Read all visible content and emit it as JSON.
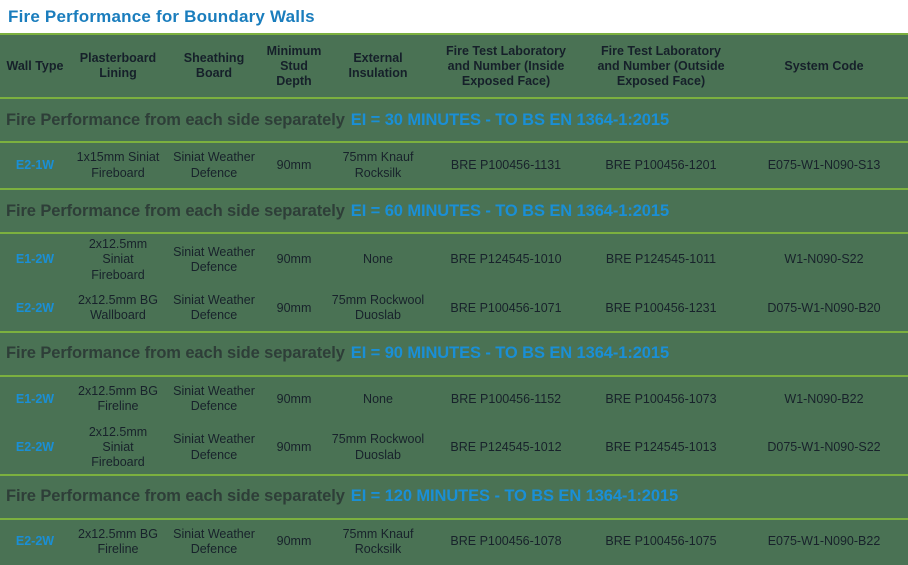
{
  "page": {
    "title": "Fire Performance for Boundary Walls",
    "accent_green": "#7cb03f",
    "background_green": "#4a7254",
    "accent_blue": "#1a8fd6",
    "title_blue": "#1a7dbd"
  },
  "table": {
    "columns": [
      "Wall Type",
      "Plasterboard Lining",
      "Sheathing Board",
      "Minimum Stud Depth",
      "External Insulation",
      "Fire Test Laboratory and Number (Inside Exposed Face)",
      "Fire Test Laboratory and Number (Outside Exposed Face)",
      "System Code"
    ],
    "columns_lines": [
      [
        "Wall Type"
      ],
      [
        "Plasterboard",
        "Lining"
      ],
      [
        "Sheathing",
        "Board"
      ],
      [
        "Minimum",
        "Stud",
        "Depth"
      ],
      [
        "External",
        "Insulation"
      ],
      [
        "Fire Test Laboratory",
        "and Number (Inside",
        "Exposed Face)"
      ],
      [
        "Fire Test Laboratory",
        "and Number (Outside",
        "Exposed Face)"
      ],
      [
        "System Code"
      ]
    ],
    "sections": [
      {
        "banner_lead": "Fire Performance from each side separately",
        "banner_rating": "EI = 30 MINUTES - TO BS EN 1364-1:2015",
        "rows": [
          {
            "wall_type": "E2-1W",
            "plasterboard_lining": [
              "1x15mm Siniat",
              "Fireboard"
            ],
            "sheathing_board": [
              "Siniat Weather",
              "Defence"
            ],
            "minimum_stud_depth": [
              "90mm"
            ],
            "external_insulation": [
              "75mm Knauf",
              "Rocksilk"
            ],
            "fire_test_inside": [
              "BRE P100456-1131"
            ],
            "fire_test_outside": [
              "BRE P100456-1201"
            ],
            "system_code": [
              "E075-W1-N090-S13"
            ]
          }
        ]
      },
      {
        "banner_lead": "Fire Performance from each side separately",
        "banner_rating": "EI = 60 MINUTES - TO BS EN 1364-1:2015",
        "rows": [
          {
            "wall_type": "E1-2W",
            "plasterboard_lining": [
              "2x12.5mm",
              "Siniat Fireboard"
            ],
            "sheathing_board": [
              "Siniat Weather",
              "Defence"
            ],
            "minimum_stud_depth": [
              "90mm"
            ],
            "external_insulation": [
              "None"
            ],
            "fire_test_inside": [
              "BRE P124545-1010"
            ],
            "fire_test_outside": [
              "BRE P124545-1011"
            ],
            "system_code": [
              "W1-N090-S22"
            ]
          },
          {
            "wall_type": "E2-2W",
            "plasterboard_lining": [
              "2x12.5mm BG",
              "Wallboard"
            ],
            "sheathing_board": [
              "Siniat Weather",
              "Defence"
            ],
            "minimum_stud_depth": [
              "90mm"
            ],
            "external_insulation": [
              "75mm Rockwool",
              "Duoslab"
            ],
            "fire_test_inside": [
              "BRE P100456-1071"
            ],
            "fire_test_outside": [
              "BRE P100456-1231"
            ],
            "system_code": [
              "D075-W1-N090-B20"
            ]
          }
        ]
      },
      {
        "banner_lead": "Fire Performance from each side separately",
        "banner_rating": "EI = 90 MINUTES - TO BS EN 1364-1:2015",
        "rows": [
          {
            "wall_type": "E1-2W",
            "plasterboard_lining": [
              "2x12.5mm BG",
              "Fireline"
            ],
            "sheathing_board": [
              "Siniat Weather",
              "Defence"
            ],
            "minimum_stud_depth": [
              "90mm"
            ],
            "external_insulation": [
              "None"
            ],
            "fire_test_inside": [
              "BRE P100456-1152"
            ],
            "fire_test_outside": [
              "BRE P100456-1073"
            ],
            "system_code": [
              "W1-N090-B22"
            ]
          },
          {
            "wall_type": "E2-2W",
            "plasterboard_lining": [
              "2x12.5mm",
              "Siniat Fireboard"
            ],
            "sheathing_board": [
              "Siniat Weather",
              "Defence"
            ],
            "minimum_stud_depth": [
              "90mm"
            ],
            "external_insulation": [
              "75mm Rockwool",
              "Duoslab"
            ],
            "fire_test_inside": [
              "BRE P124545-1012"
            ],
            "fire_test_outside": [
              "BRE P124545-1013"
            ],
            "system_code": [
              "D075-W1-N090-S22"
            ]
          }
        ]
      },
      {
        "banner_lead": "Fire Performance from each side separately",
        "banner_rating": "EI = 120 MINUTES - TO BS EN 1364-1:2015",
        "rows": [
          {
            "wall_type": "E2-2W",
            "plasterboard_lining": [
              "2x12.5mm BG",
              "Fireline"
            ],
            "sheathing_board": [
              "Siniat Weather",
              "Defence"
            ],
            "minimum_stud_depth": [
              "90mm"
            ],
            "external_insulation": [
              "75mm Knauf",
              "Rocksilk"
            ],
            "fire_test_inside": [
              "BRE P100456-1078"
            ],
            "fire_test_outside": [
              "BRE P100456-1075"
            ],
            "system_code": [
              "E075-W1-N090-B22"
            ]
          }
        ]
      }
    ]
  }
}
